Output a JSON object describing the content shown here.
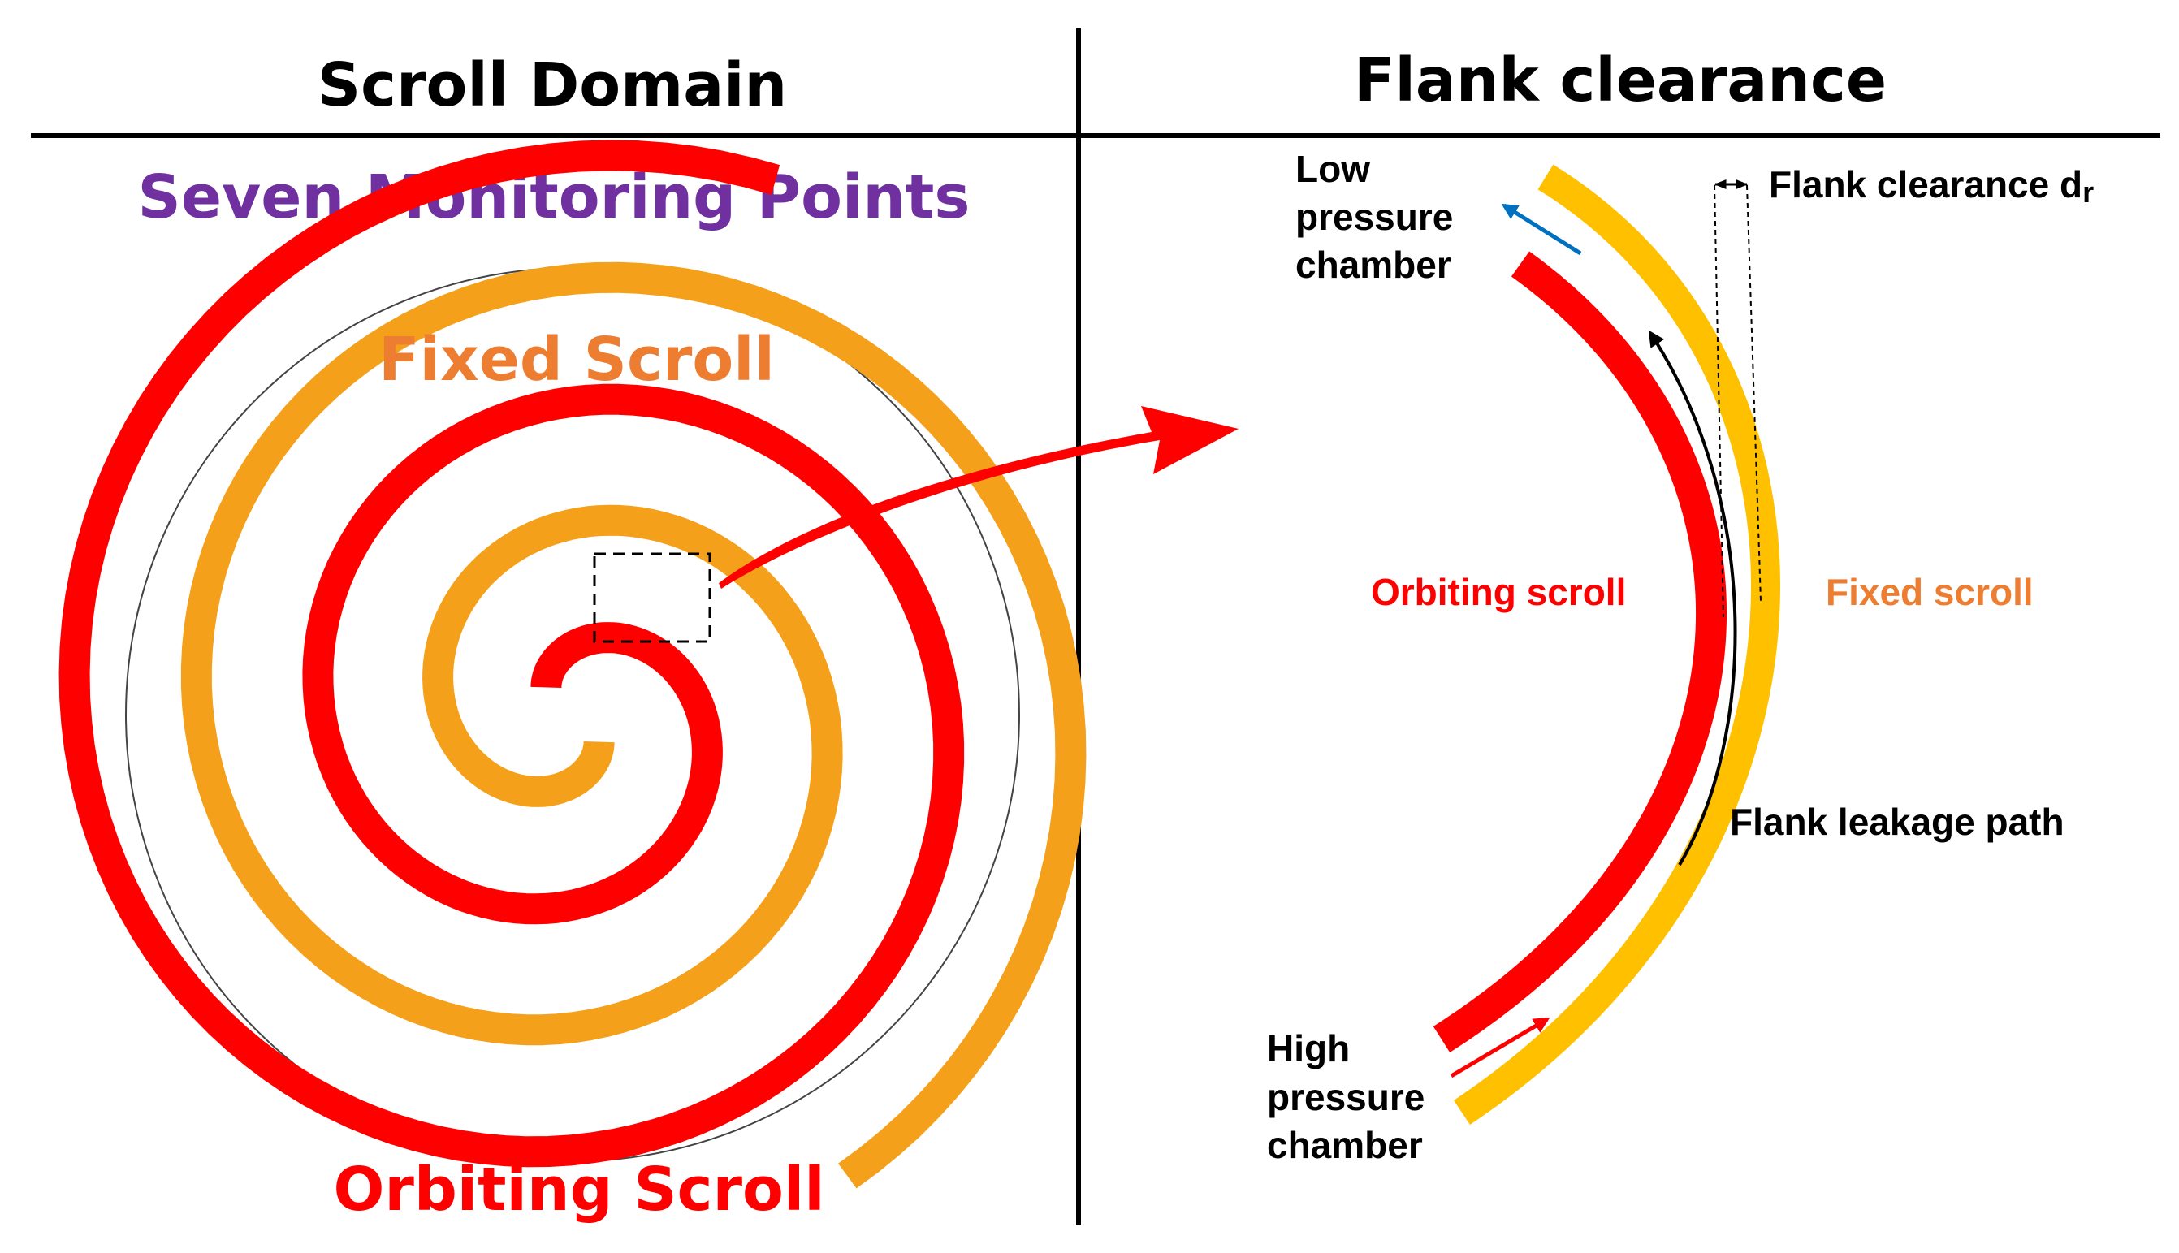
{
  "left_panel": {
    "title": "Scroll Domain",
    "subtitle": "Seven Monitoring Points",
    "fixed_label": "Fixed Scroll",
    "orbiting_label": "Orbiting Scroll"
  },
  "right_panel": {
    "title": "Flank clearance",
    "low_pressure": [
      "Low",
      "pressure",
      "chamber"
    ],
    "high_pressure": [
      "High",
      "pressure",
      "chamber"
    ],
    "flank_clearance_label": "Flank clearance d",
    "flank_clearance_subscript": "r",
    "orbiting_label": "Orbiting scroll",
    "fixed_label": "Fixed scroll",
    "leakage_label": "Flank leakage path"
  },
  "colors": {
    "fixed_spiral": "#F5A01A",
    "orbiting_spiral": "#FF0000",
    "fixed_band": "#FFC000",
    "orbiting_band": "#FF0000",
    "subtitle": "#7030A0",
    "fixed_text": "#ED7D31",
    "orbiting_text": "#FF0000",
    "low_arrow": "#0070C0",
    "high_arrow": "#FF0000",
    "text": "#000000"
  }
}
